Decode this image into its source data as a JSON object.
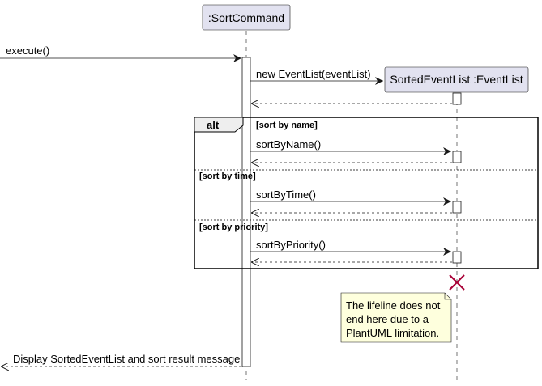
{
  "participants": {
    "sort_command": ":SortCommand",
    "sorted_event_list": "SortedEventList :EventList"
  },
  "messages": {
    "execute": "execute()",
    "create": "new EventList(eventList)",
    "sort_by_name": "sortByName()",
    "sort_by_time": "sortByTime()",
    "sort_by_priority": "sortByPriority()",
    "result": "Display SortedEventList and sort result message"
  },
  "alt_fragment": {
    "keyword": "alt",
    "guards": [
      "[sort by name]",
      "[sort by time]",
      "[sort by priority]"
    ]
  },
  "note": {
    "lines": [
      "The lifeline does not",
      "end here due to a",
      "PlantUML limitation."
    ]
  },
  "colors": {
    "participant_fill": "#E2E2F0",
    "note_fill": "#FEFFDD",
    "destroy_mark": "#A80036",
    "line": "#181818"
  }
}
